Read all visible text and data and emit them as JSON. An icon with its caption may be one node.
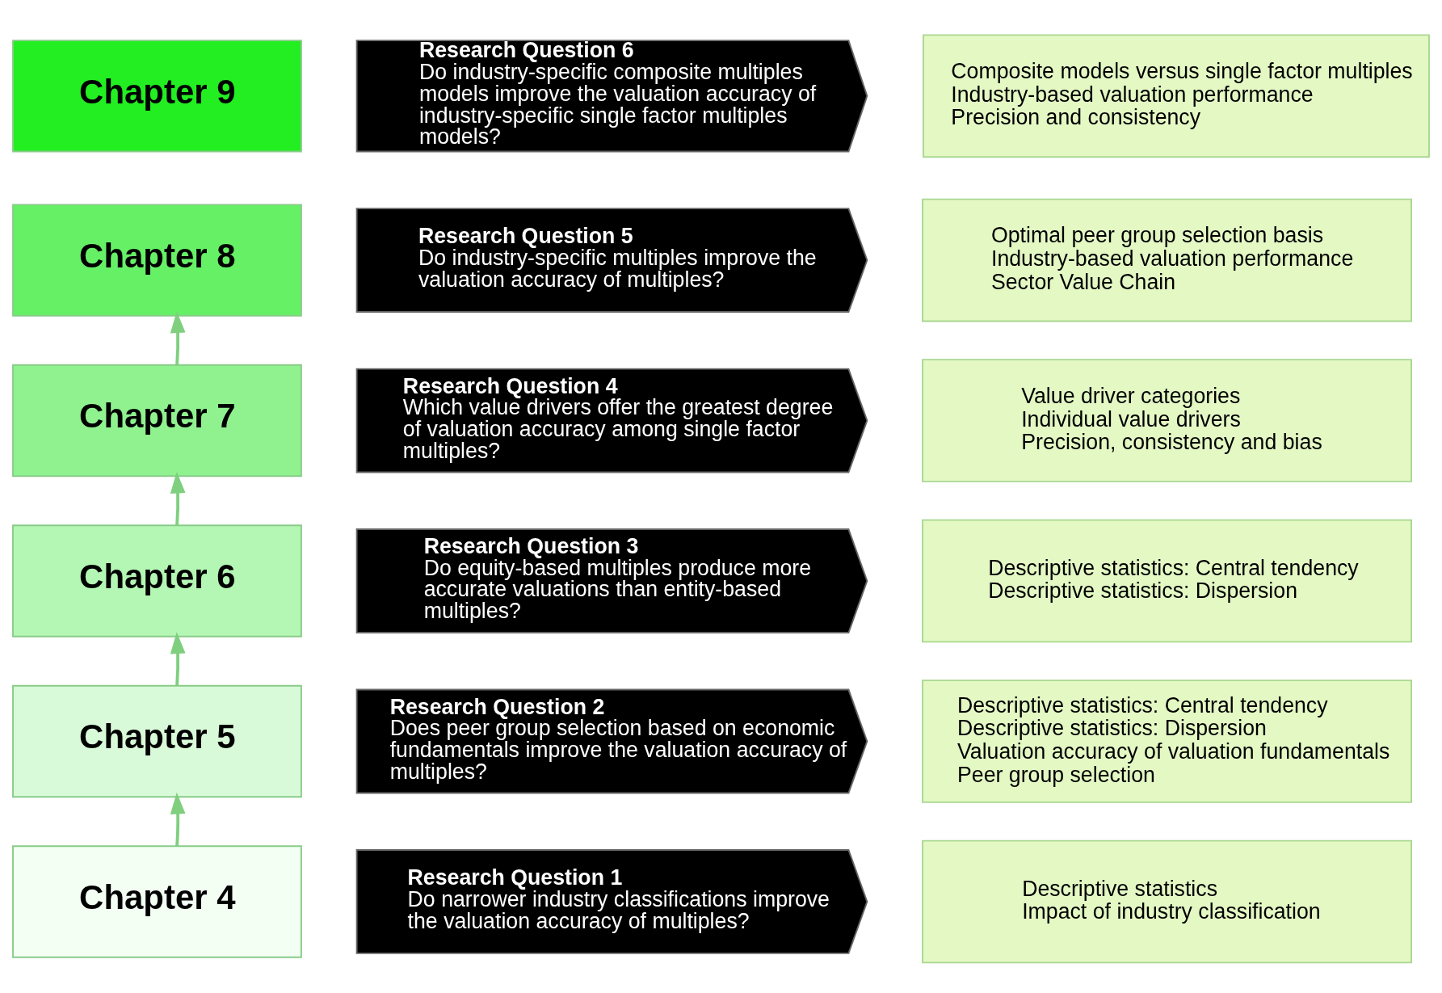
{
  "diagram": {
    "nodes": [
      {
        "text": [
          "Chapter 9"
        ]
      },
      {
        "text": [
          "Research Question 6",
          "Do industry-specific composite multiples models improve the valuation accuracy of industry-specific single factor multiples models?"
        ]
      },
      {
        "text": [
          "Composite models versus single factor multiples",
          "Industry-based valuation performance",
          "Precision and consistency"
        ]
      },
      {
        "text": [
          "Chapter 8"
        ]
      },
      {
        "text": [
          "Research Question 5",
          "Do industry-specific multiples improve the valuation accuracy of multiples?"
        ]
      },
      {
        "text": [
          "Optimal peer group selection basis",
          "Industry-based valuation performance",
          "Sector Value Chain"
        ]
      },
      {
        "text": [
          "Chapter 7"
        ]
      },
      {
        "text": [
          "Research Question 4",
          "Which value drivers offer the greatest degree of valuation accuracy among single factor multiples?"
        ]
      },
      {
        "text": [
          "Value driver categories",
          "Individual value drivers",
          "Precision, consistency and bias"
        ]
      },
      {
        "text": [
          "Chapter 6"
        ]
      },
      {
        "text": [
          "Research Question 3",
          "Do equity-based multiples produce more accurate valuations than entity-based multiples?"
        ]
      },
      {
        "text": [
          "Descriptive statistics: Central tendency",
          "Descriptive statistics: Dispersion"
        ]
      },
      {
        "text": [
          "Chapter 5"
        ]
      },
      {
        "text": [
          "Research Question 2",
          "Does peer group selection based on economic fundamentals improve the valuation accuracy of multiples?"
        ]
      },
      {
        "text": [
          "Descriptive statistics: Central tendency",
          "Descriptive statistics: Dispersion",
          "Valuation accuracy of valuation fundamentals",
          "Peer group selection"
        ]
      },
      {
        "text": [
          "Chapter 4"
        ]
      },
      {
        "text": [
          "Research Question 1",
          "Do narrower industry classifications improve the valuation accuracy of multiples?"
        ]
      },
      {
        "text": [
          "Descriptive statistics",
          "Impact of industry classification"
        ]
      }
    ],
    "edges": [
      {
        "from": 15,
        "to": 12,
        "arrow": "to"
      },
      {
        "from": 12,
        "to": 9,
        "arrow": "to"
      },
      {
        "from": 9,
        "to": 6,
        "arrow": "to"
      },
      {
        "from": 6,
        "to": 3,
        "arrow": "to"
      }
    ]
  }
}
